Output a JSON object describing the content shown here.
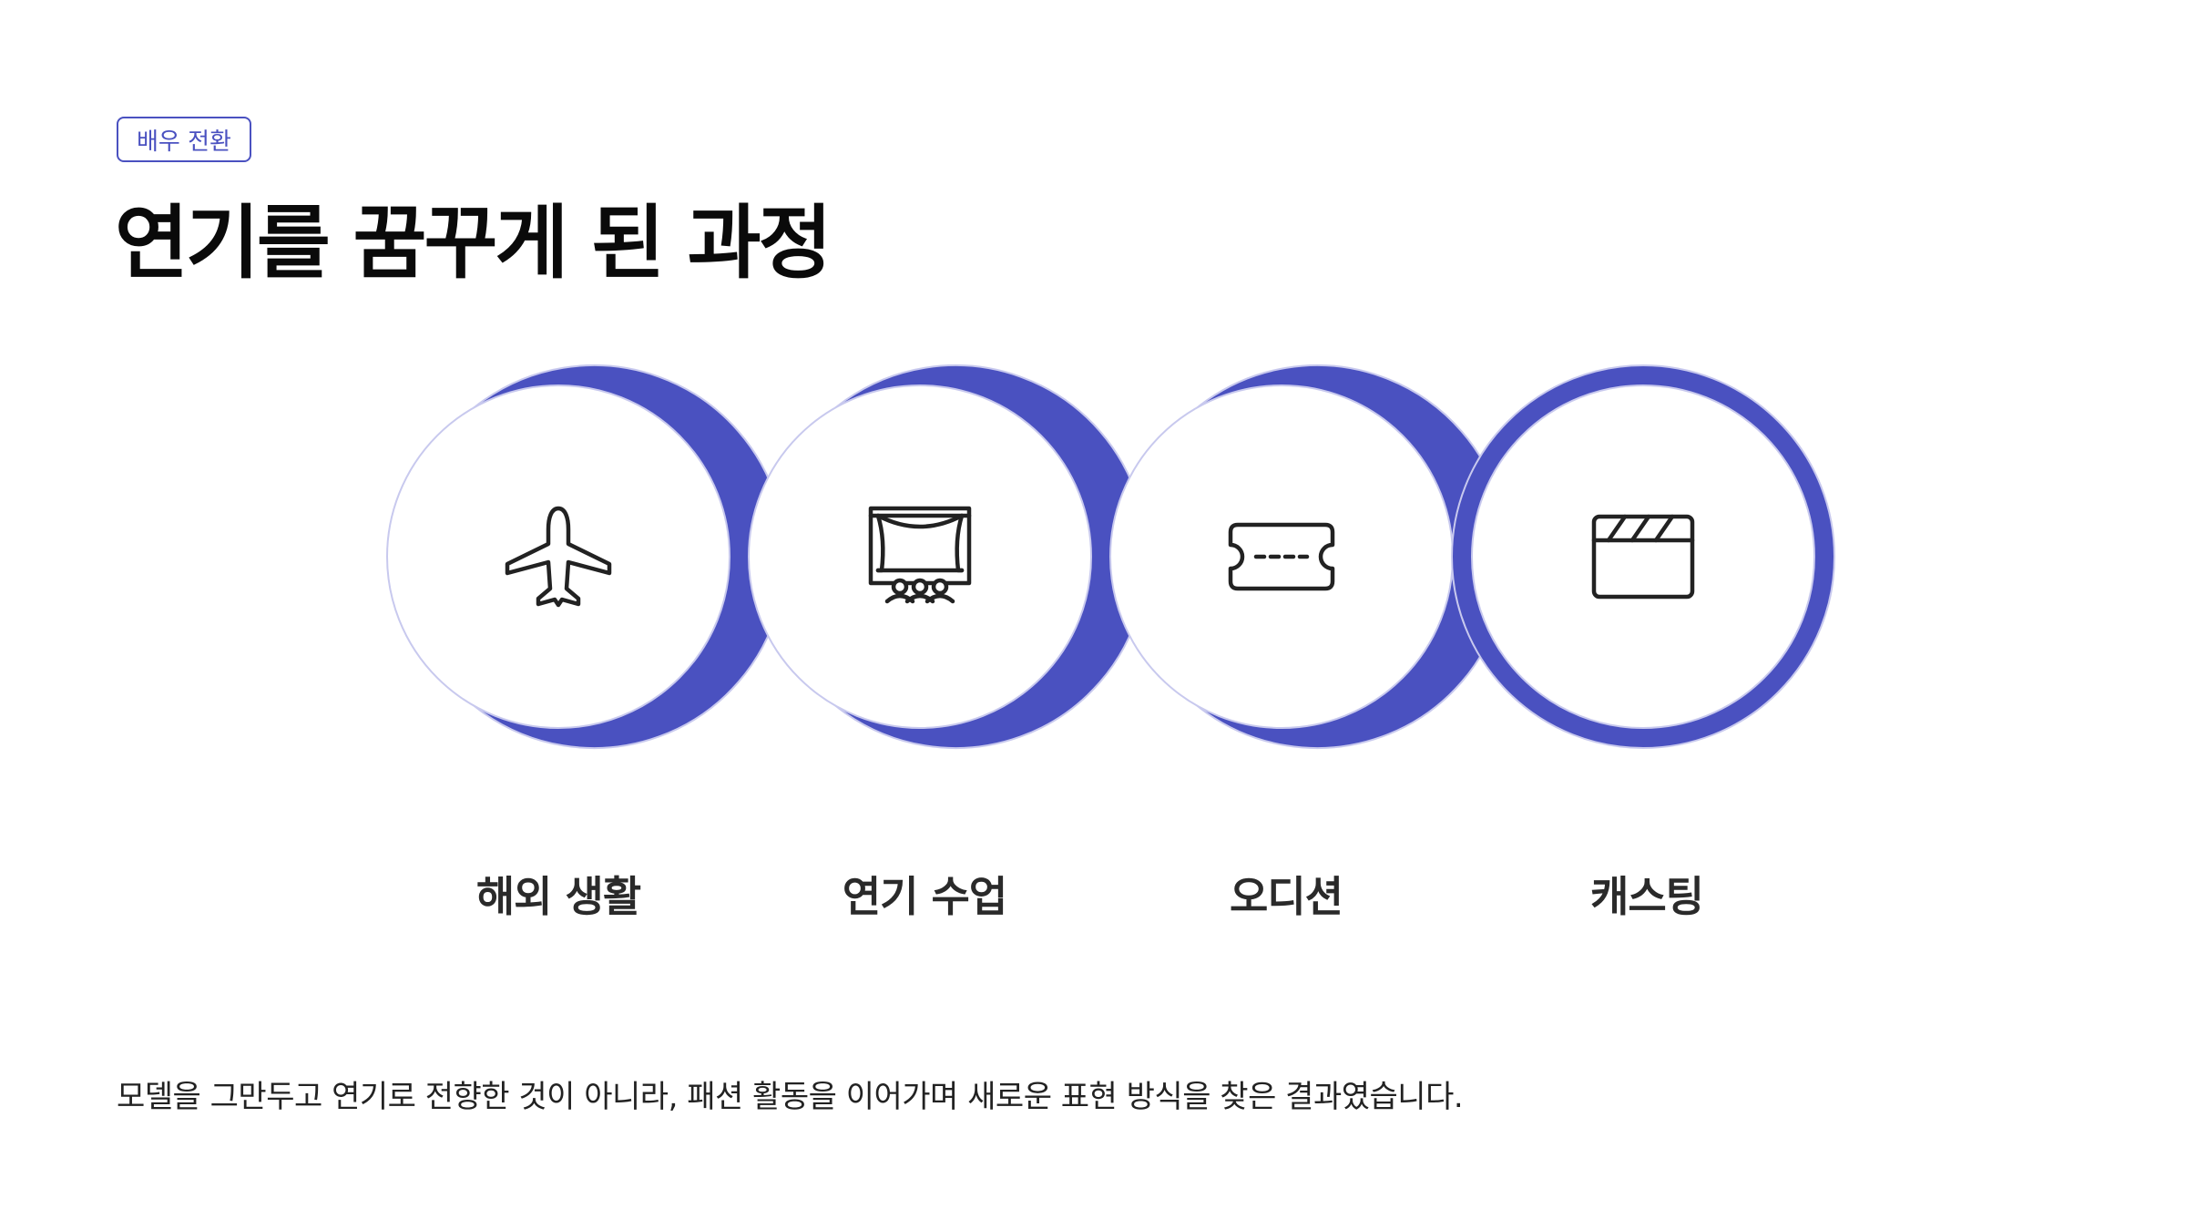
{
  "header": {
    "tag": "배우 전환",
    "title": "연기를 꿈꾸게 된 과정"
  },
  "steps": [
    {
      "label": "해외 생활",
      "icon": "airplane-icon"
    },
    {
      "label": "연기 수업",
      "icon": "theater-stage-icon"
    },
    {
      "label": "오디션",
      "icon": "ticket-icon"
    },
    {
      "label": "캐스팅",
      "icon": "clapperboard-icon"
    }
  ],
  "description": "모델을 그만두고 연기로 전향한 것이 아니라, 패션 활동을 이어가며 새로운 표현 방식을 찾은 결과였습니다.",
  "colors": {
    "accent": "#4a51c0",
    "icon": "#222222",
    "background": "#ffffff"
  }
}
